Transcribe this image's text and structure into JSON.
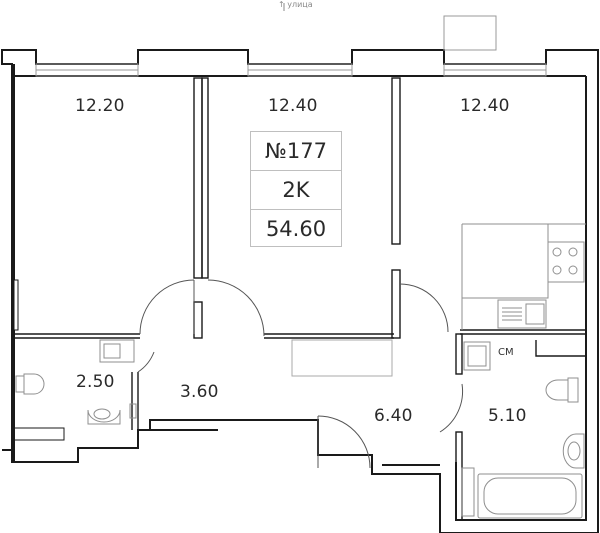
{
  "street_label": "↑ улица",
  "apartment": {
    "number": "№177",
    "type": "2K",
    "total_area": "54.60"
  },
  "rooms": [
    {
      "id": "bedroom-left",
      "area": "12.20"
    },
    {
      "id": "bedroom-middle",
      "area": "12.40"
    },
    {
      "id": "kitchen",
      "area": "12.40"
    },
    {
      "id": "bathroom-left",
      "area": "2.50"
    },
    {
      "id": "corridor",
      "area": "3.60"
    },
    {
      "id": "hall",
      "area": "6.40"
    },
    {
      "id": "bathroom-right",
      "area": "5.10"
    }
  ],
  "appliance_label": "СМ",
  "colors": {
    "wall": "#1a1a1a",
    "thin": "#444444",
    "fixture": "#9a9a9a"
  }
}
